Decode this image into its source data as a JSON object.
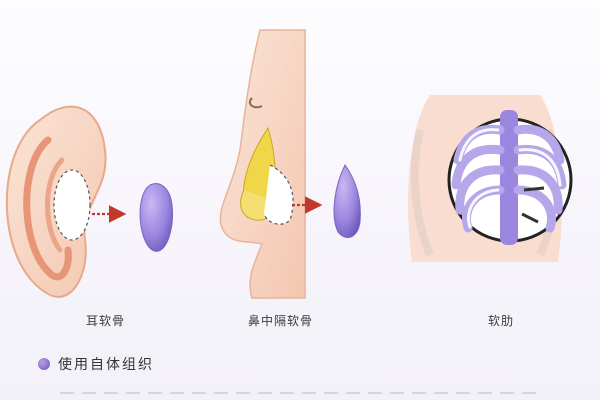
{
  "labels": {
    "ear": "耳软骨",
    "nose": "鼻中隔软骨",
    "rib": "软肋"
  },
  "legend": {
    "text": "使用自体组织"
  },
  "colors": {
    "cartilage_purple": "#9a86df",
    "skin": "#f8d9c8",
    "arrow_red": "#c0392b",
    "nose_yellow": "#f2d64a"
  },
  "icons": [
    "ear-illustration",
    "nose-profile-illustration",
    "ribcage-illustration",
    "arrow-icon",
    "cartilage-graft-icon"
  ]
}
